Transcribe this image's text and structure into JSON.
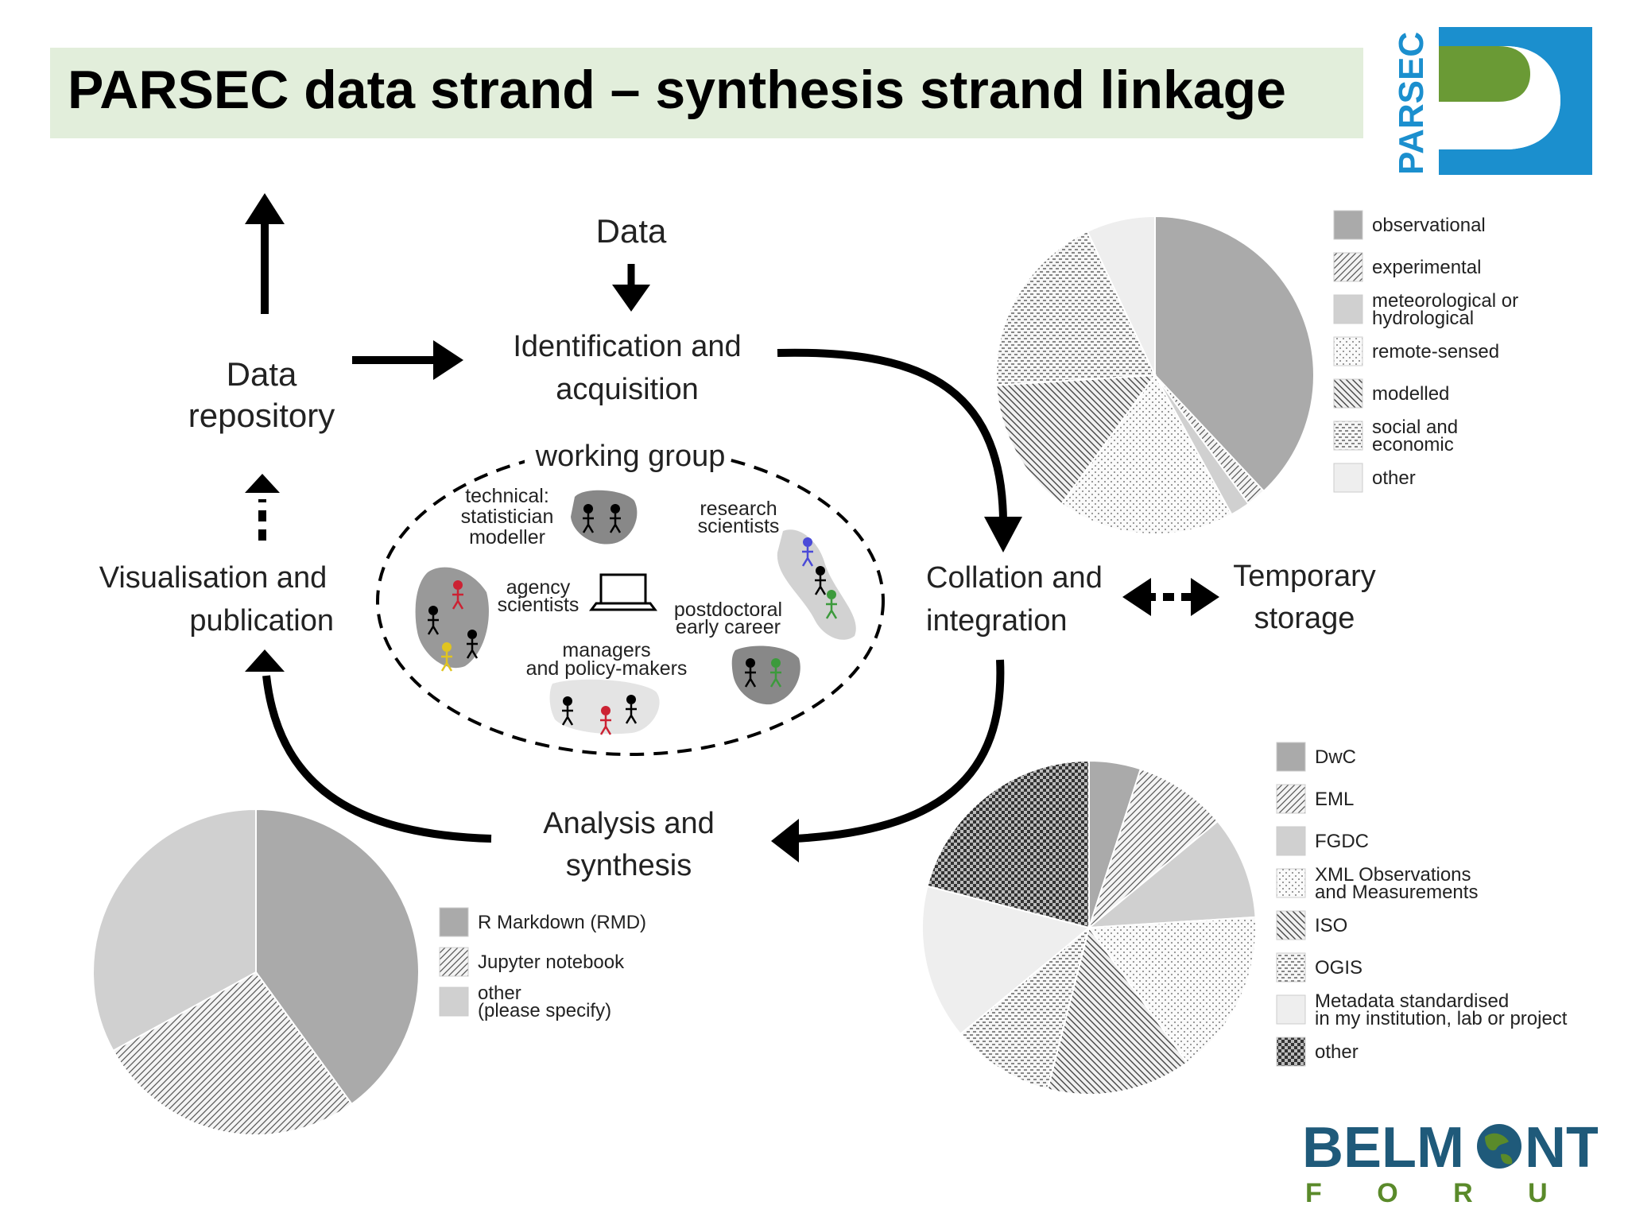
{
  "title": "PARSEC data strand – synthesis strand linkage",
  "logos": {
    "parsec_text": "PARSEC",
    "belmont_text_1": "BELM",
    "belmont_text_2": "NT",
    "belmont_text_3": "F O R U M"
  },
  "colors": {
    "banner": "#e2eedb",
    "parsec_blue": "#1b8fce",
    "parsec_green": "#6a9a35",
    "belmont_blue": "#1f5a7a",
    "belmont_green": "#5a8a2a"
  },
  "cycle": {
    "data": "Data",
    "identification": [
      "Identification and",
      "acquisition"
    ],
    "collation": [
      "Collation and",
      "integration"
    ],
    "temporary": [
      "Temporary",
      "storage"
    ],
    "analysis": [
      "Analysis and",
      "synthesis"
    ],
    "visualisation": [
      "Visualisation and",
      "publication"
    ],
    "repository": [
      "Data",
      "repository"
    ]
  },
  "working_group": {
    "title": "working group",
    "technical": [
      "technical:",
      "statistician",
      "modeller"
    ],
    "research": [
      "research",
      "scientists"
    ],
    "agency": [
      "agency",
      "scientists"
    ],
    "postdoc": [
      "postdoctoral",
      "early career"
    ],
    "managers": [
      "managers",
      "and policy-makers"
    ]
  },
  "chart_data": [
    {
      "type": "pie",
      "categories": [
        "observational",
        "experimental",
        "meteorological or hydrological",
        "remote-sensed",
        "modelled",
        "social and economic",
        "other"
      ],
      "legend_lines": [
        [
          "observational"
        ],
        [
          "experimental"
        ],
        [
          "meteorological or",
          "hydrological"
        ],
        [
          "remote-sensed"
        ],
        [
          "modelled"
        ],
        [
          "social and",
          "economic"
        ],
        [
          "other"
        ]
      ],
      "values": [
        38,
        2,
        2,
        18,
        14,
        19,
        7
      ],
      "legend": "right"
    },
    {
      "type": "pie",
      "categories": [
        "DwC",
        "EML",
        "FGDC",
        "XML Observations and Measurements",
        "ISO",
        "OGIS",
        "Metadata standardised in my institution, lab or project",
        "other"
      ],
      "legend_lines": [
        [
          "DwC"
        ],
        [
          "EML"
        ],
        [
          "FGDC"
        ],
        [
          "XML Observations",
          "and Measurements"
        ],
        [
          "ISO"
        ],
        [
          "OGIS"
        ],
        [
          "Metadata standardised",
          "in my institution, lab or project"
        ],
        [
          "other"
        ]
      ],
      "values": [
        5,
        9,
        10,
        16,
        14,
        10,
        15,
        21
      ],
      "legend": "right"
    },
    {
      "type": "pie",
      "categories": [
        "R Markdown (RMD)",
        "Jupyter notebook",
        "other (please specify)"
      ],
      "legend_lines": [
        [
          "R Markdown (RMD)"
        ],
        [
          "Jupyter notebook"
        ],
        [
          "other",
          "(please specify)"
        ]
      ],
      "values": [
        40,
        27,
        33
      ],
      "legend": "right"
    }
  ]
}
